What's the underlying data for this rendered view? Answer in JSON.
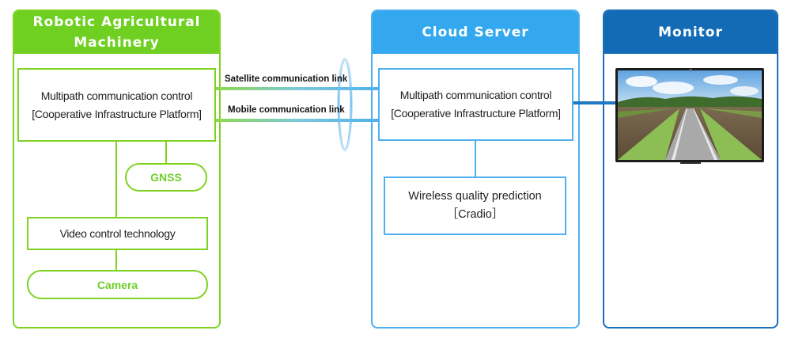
{
  "robot_panel": {
    "title": "Robotic Agricultural\nMachinery",
    "multipath_text": "Multipath communication control\n[Cooperative Infrastructure Platform]",
    "gnss": "GNSS",
    "video": "Video control technology",
    "camera": "Camera"
  },
  "links": {
    "satellite": "Satellite communication link",
    "mobile": "Mobile communication link"
  },
  "cloud_panel": {
    "title": "Cloud Server",
    "multipath_text": "Multipath communication control\n[Cooperative Infrastructure Platform]",
    "prediction_text": "Wireless quality prediction\n［Cradio］"
  },
  "monitor_panel": {
    "title": "Monitor"
  },
  "colors": {
    "green": "#7ed321",
    "green_header": "#6fd022",
    "light_blue": "#34a8ef",
    "dark_blue": "#136bb6"
  }
}
